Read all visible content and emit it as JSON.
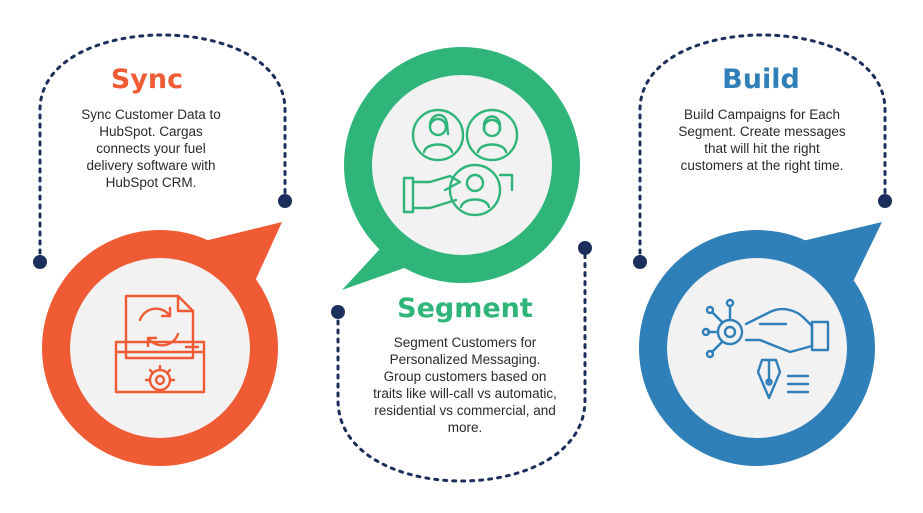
{
  "colors": {
    "sync": "#ef5b34",
    "segment": "#2fb57a",
    "build": "#2f7fb9",
    "dotted_line": "#1c2f5c",
    "icon_line": "#ffffff",
    "icon_inner": "#f2f2f2"
  },
  "steps": [
    {
      "title": "Sync",
      "description": "Sync Customer Data to HubSpot. Cargas connects your fuel delivery software with HubSpot CRM.",
      "icon": "document-sync-gear-icon"
    },
    {
      "title": "Segment",
      "description": "Segment Customers for Personalized Messaging. Group customers based on traits like will-call vs automatic, residential vs commercial, and more.",
      "icon": "customer-avatars-handshake-icon"
    },
    {
      "title": "Build",
      "description": "Build Campaigns for Each Segment. Create messages that will hit the right customers at the right time.",
      "icon": "hand-circuit-pen-icon"
    }
  ]
}
